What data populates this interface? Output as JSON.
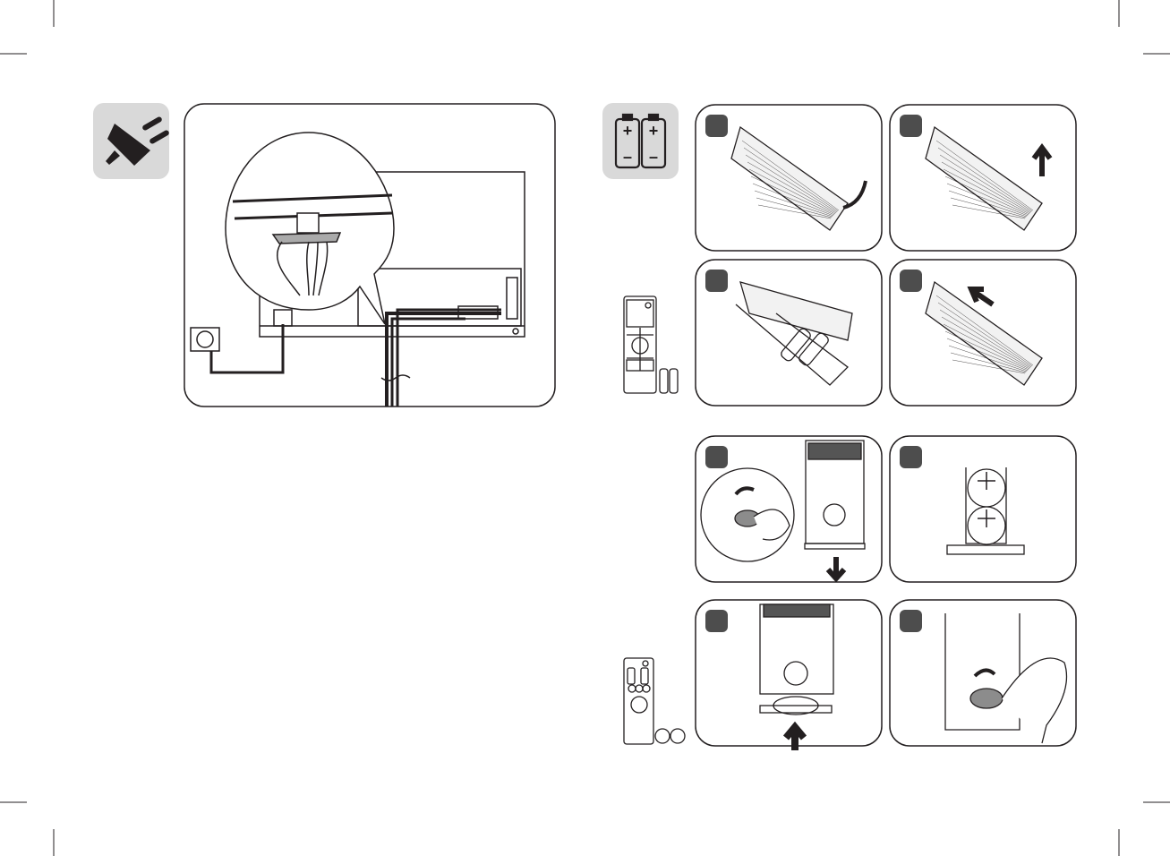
{
  "page": {
    "description_free": true
  },
  "icons": {
    "power": "power-plug-icon",
    "batteries": "batteries-icon"
  },
  "battery_symbols": {
    "plus": "+",
    "minus": "–"
  },
  "colors": {
    "icon_tile": "#d9d9d9",
    "step_badge": "#4d4d4d",
    "line": "#231f20",
    "coin_gray": "#8c8c8c"
  },
  "panels": [
    {
      "id": "cable-management",
      "step": ""
    },
    {
      "id": "remote-a-step-1",
      "step": ""
    },
    {
      "id": "remote-a-step-2",
      "step": ""
    },
    {
      "id": "remote-a-step-3",
      "step": ""
    },
    {
      "id": "remote-a-step-4",
      "step": ""
    },
    {
      "id": "remote-b-step-1",
      "step": ""
    },
    {
      "id": "remote-b-step-2",
      "step": ""
    },
    {
      "id": "remote-b-step-3",
      "step": ""
    },
    {
      "id": "remote-b-step-4",
      "step": ""
    }
  ]
}
